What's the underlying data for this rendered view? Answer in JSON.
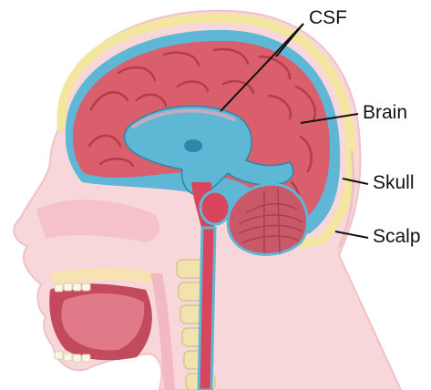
{
  "labels": {
    "csf": "CSF",
    "brain": "Brain",
    "skull": "Skull",
    "scalp": "Scalp"
  },
  "colors": {
    "brain": "#d95f6c",
    "brain_dark": "#a8323f",
    "csf": "#5fb7d6",
    "csf_dark": "#2f86a8",
    "skull": "#f3e7a0",
    "scalp_skin": "#f5cfd3",
    "spinal_cord": "#d9455c",
    "leader_line": "#111111"
  }
}
